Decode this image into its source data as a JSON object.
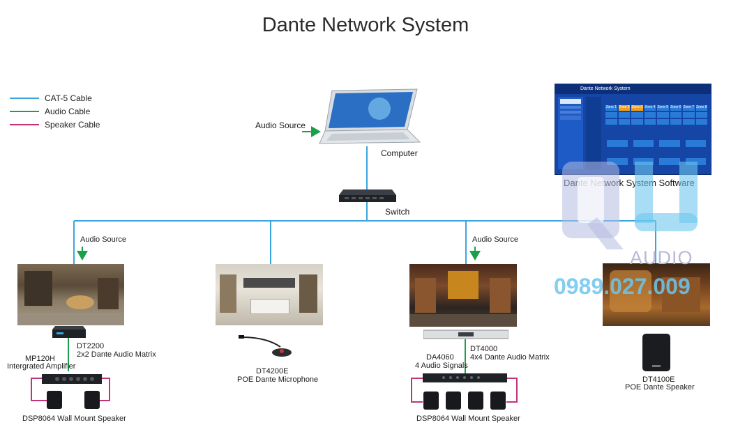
{
  "title": "Dante Network System",
  "legend": [
    {
      "label": "CAT-5 Cable",
      "color": "#3aa6e0"
    },
    {
      "label": "Audio Cable",
      "color": "#1aa04a"
    },
    {
      "label": "Speaker Cable",
      "color": "#c2347a"
    }
  ],
  "top": {
    "audio_source": "Audio Source",
    "computer": "Computer",
    "switch": "Switch",
    "software": "Dante Network System Software"
  },
  "software_ui": {
    "title": "Dante Network System",
    "zones": [
      "Zone 1",
      "Zone 2",
      "Zone 3",
      "Zone 4",
      "Zone 5",
      "Zone 6",
      "Zone 7",
      "Zone 8"
    ]
  },
  "branches": {
    "b1": {
      "audio_source": "Audio Source",
      "matrix_model": "DT2200",
      "matrix_desc": "2x2 Dante Audio Matrix",
      "amp_model": "MP120H",
      "amp_desc": "Intergrated Amplifier",
      "speaker": "DSP8064 Wall Mount Speaker"
    },
    "b2": {
      "model": "DT4200E",
      "desc": "POE Dante Microphone"
    },
    "b3": {
      "audio_source": "Audio Source",
      "da_model": "DA4060",
      "da_desc": "4 Audio Signals",
      "matrix_model": "DT4000",
      "matrix_desc": "4x4 Dante Audio Matrix",
      "speaker": "DSP8064 Wall Mount Speaker"
    },
    "b4": {
      "model": "DT4100E",
      "desc": "POE Dante Speaker"
    }
  },
  "watermark": {
    "brand": "AUDIO",
    "phone": "0989.027.009"
  }
}
